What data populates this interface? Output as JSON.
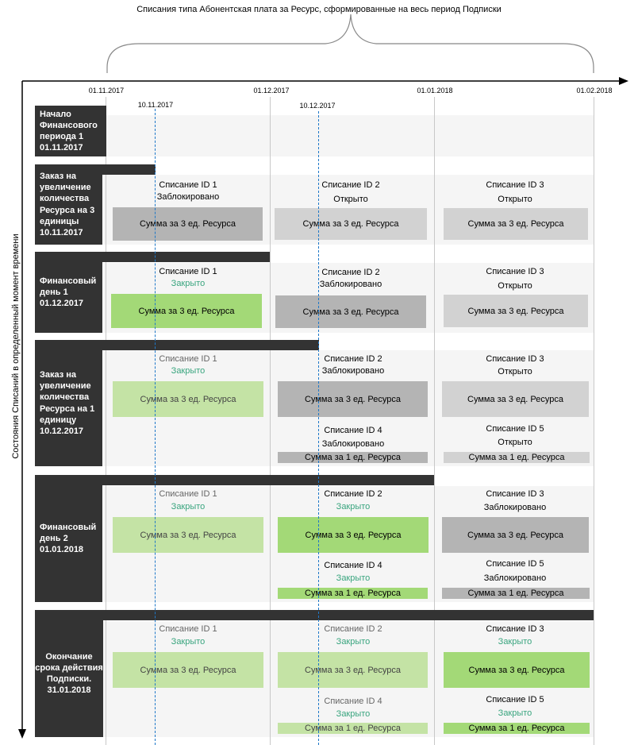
{
  "header": {
    "title": "Списания типа Абонентская плата за Ресурс, сформированные на весь период Подписки"
  },
  "y_axis_label": "Состояния Списаний в определенный момент времени",
  "timeline": {
    "dates": [
      "01.11.2017",
      "01.12.2017",
      "01.01.2018",
      "01.02.2018"
    ],
    "event_dates": [
      "10.11.2017",
      "10.12.2017"
    ]
  },
  "colors": {
    "label_bg": "#333333",
    "band_bg": "#f5f5f5",
    "blocked": "#b4b4b4",
    "open": "#d2d2d2",
    "closed_current": "#a3d977",
    "closed_past": "#c4e3a5",
    "dashed_line": "#1f78c8",
    "status_green": "#3aa57f"
  },
  "rows": [
    {
      "label": "Начало Финансового периода 1 01.11.2017",
      "writeoffs": []
    },
    {
      "label": "Заказ на увеличение количества Ресурса на 3 единицы 10.11.2017",
      "writeoffs": [
        {
          "title": "Списание ID 1",
          "status": "Заблокировано",
          "amount": "Сумма за 3 ед. Ресурса",
          "state": "blocked"
        },
        {
          "title": "Списание ID 2",
          "status": "Открыто",
          "amount": "Сумма за 3 ед. Ресурса",
          "state": "open"
        },
        {
          "title": "Списание ID 3",
          "status": "Открыто",
          "amount": "Сумма за 3 ед. Ресурса",
          "state": "open"
        }
      ]
    },
    {
      "label": "Финансовый день 1 01.12.2017",
      "writeoffs": [
        {
          "title": "Списание ID 1",
          "status": "Закрыто",
          "amount": "Сумма за 3 ед. Ресурса",
          "state": "closed_current"
        },
        {
          "title": "Списание ID 2",
          "status": "Заблокировано",
          "amount": "Сумма за 3 ед. Ресурса",
          "state": "blocked"
        },
        {
          "title": "Списание ID 3",
          "status": "Открыто",
          "amount": "Сумма за 3 ед. Ресурса",
          "state": "open"
        }
      ]
    },
    {
      "label": "Заказ на увеличение количества Ресурса на 1 единицу 10.12.2017",
      "writeoffs": [
        {
          "title": "Списание ID 1",
          "status": "Закрыто",
          "amount": "Сумма за 3 ед. Ресурса",
          "state": "closed_past"
        },
        {
          "title": "Списание ID 2",
          "status": "Заблокировано",
          "amount": "Сумма за 3 ед. Ресурса",
          "state": "blocked"
        },
        {
          "title": "Списание ID 3",
          "status": "Открыто",
          "amount": "Сумма за 3 ед. Ресурса",
          "state": "open"
        },
        {
          "title": "Списание ID 4",
          "status": "Заблокировано",
          "amount": "Сумма за 1 ед. Ресурса",
          "state": "blocked"
        },
        {
          "title": "Списание ID 5",
          "status": "Открыто",
          "amount": "Сумма за 1 ед. Ресурса",
          "state": "open"
        }
      ]
    },
    {
      "label": "Финансовый день 2 01.01.2018",
      "writeoffs": [
        {
          "title": "Списание ID 1",
          "status": "Закрыто",
          "amount": "Сумма за 3 ед. Ресурса",
          "state": "closed_past"
        },
        {
          "title": "Списание ID 2",
          "status": "Закрыто",
          "amount": "Сумма за 3 ед. Ресурса",
          "state": "closed_current"
        },
        {
          "title": "Списание ID 3",
          "status": "Заблокировано",
          "amount": "Сумма за 3 ед. Ресурса",
          "state": "blocked"
        },
        {
          "title": "Списание ID 4",
          "status": "Закрыто",
          "amount": "Сумма за 1 ед. Ресурса",
          "state": "closed_current"
        },
        {
          "title": "Списание ID 5",
          "status": "Заблокировано",
          "amount": "Сумма за 1 ед. Ресурса",
          "state": "blocked"
        }
      ]
    },
    {
      "label": "Окончание срока действия Подписки. 31.01.2018",
      "writeoffs": [
        {
          "title": "Списание ID 1",
          "status": "Закрыто",
          "amount": "Сумма за 3 ед. Ресурса",
          "state": "closed_past"
        },
        {
          "title": "Списание ID 2",
          "status": "Закрыто",
          "amount": "Сумма за 3 ед. Ресурса",
          "state": "closed_past"
        },
        {
          "title": "Списание ID 3",
          "status": "Закрыто",
          "amount": "Сумма за 3 ед. Ресурса",
          "state": "closed_current"
        },
        {
          "title": "Списание ID 4",
          "status": "Закрыто",
          "amount": "Сумма за 1 ед. Ресурса",
          "state": "closed_past"
        },
        {
          "title": "Списание ID 5",
          "status": "Закрыто",
          "amount": "Сумма за 1 ед. Ресурса",
          "state": "closed_current"
        }
      ]
    }
  ]
}
